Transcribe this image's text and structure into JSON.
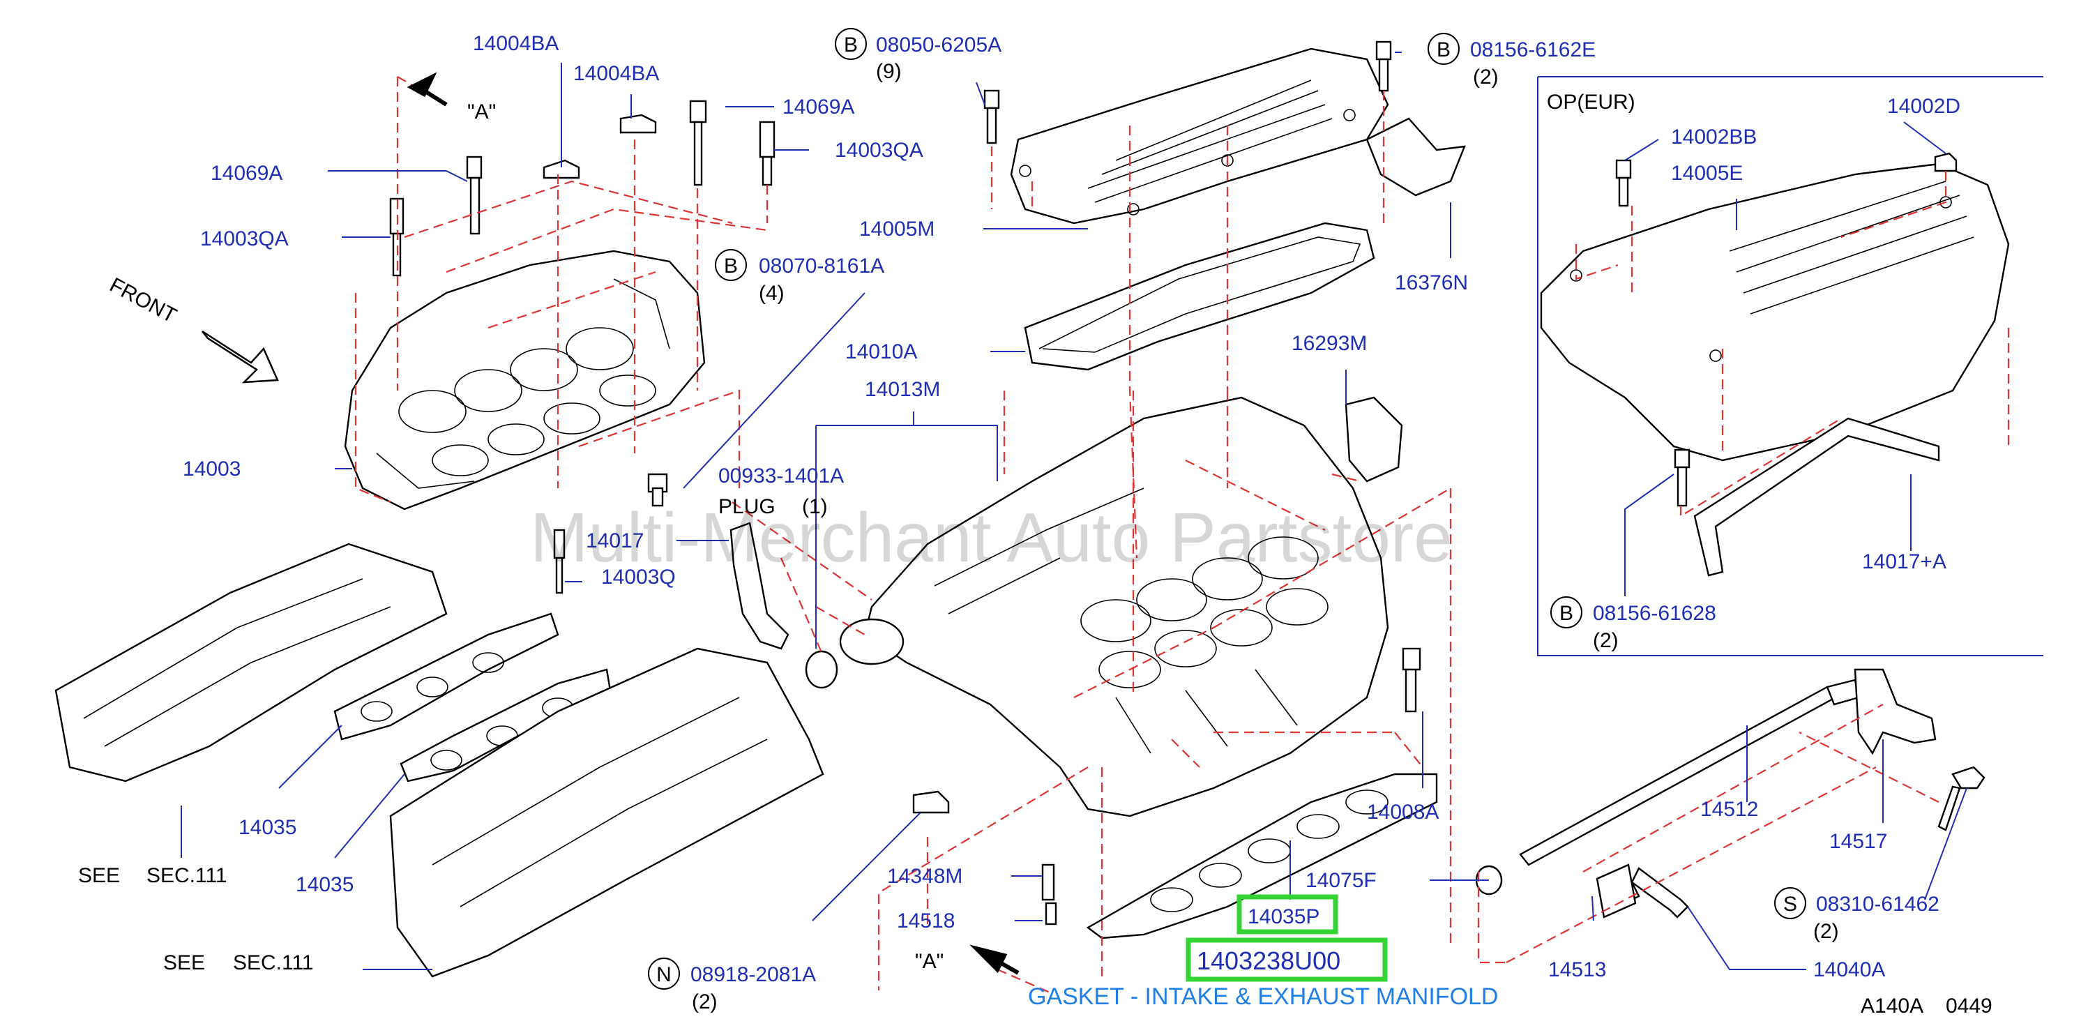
{
  "labels": {
    "p14004BA_1": "14004BA",
    "p14004BA_2": "14004BA",
    "p14069A_1": "14069A",
    "p14069A_2": "14069A",
    "p14003QA_1": "14003QA",
    "p14003QA_2": "14003QA",
    "p14003": "14003",
    "p08070": "08070-8161A",
    "p08050": "08050-6205A",
    "p08156_6162E": "08156-6162E",
    "p14005M": "14005M",
    "p14010A": "14010A",
    "p14013M": "14013M",
    "p16376N": "16376N",
    "p16293M": "16293M",
    "p00933": "00933-1401A",
    "p14017": "14017",
    "p14003Q": "14003Q",
    "p14035_1": "14035",
    "p14035_2": "14035",
    "p14008A": "14008A",
    "p14075F": "14075F",
    "p14035P": "14035P",
    "p1403238U00": "1403238U00",
    "p14348M": "14348M",
    "p14518": "14518",
    "p08918": "08918-2081A",
    "p14512": "14512",
    "p14517": "14517",
    "p14513": "14513",
    "p14040A": "14040A",
    "p08310": "08310-61462",
    "p14002BB": "14002BB",
    "p14002D": "14002D",
    "p14005E": "14005E",
    "p08156_61628": "08156-61628",
    "p14017A": "14017+A"
  },
  "notes": {
    "qty9": "(9)",
    "qty2_a": "(2)",
    "qty4": "(4)",
    "plug": "PLUG",
    "qty1": "(1)",
    "qty2_n": "(2)",
    "qty2_s": "(2)",
    "qty2_op": "(2)",
    "see1": "SEE",
    "sec1": "SEC.111",
    "see2": "SEE",
    "sec2": "SEC.111",
    "front": "FRONT",
    "viewA_top": "\"A\"",
    "viewA_bottom": "\"A\"",
    "op_eur": "OP(EUR)",
    "code": "A140A",
    "num": "0449"
  },
  "markers": {
    "b": "B",
    "n": "N",
    "s": "S"
  },
  "caption": "GASKET - INTAKE & EXHAUST MANIFOLD",
  "watermark": "Multi-Merchant Auto Partstore",
  "colors": {
    "part_number": "#1f2fb5",
    "leader_dash": "#e03333",
    "highlight": "#35d435",
    "caption": "#1e7fe8"
  }
}
